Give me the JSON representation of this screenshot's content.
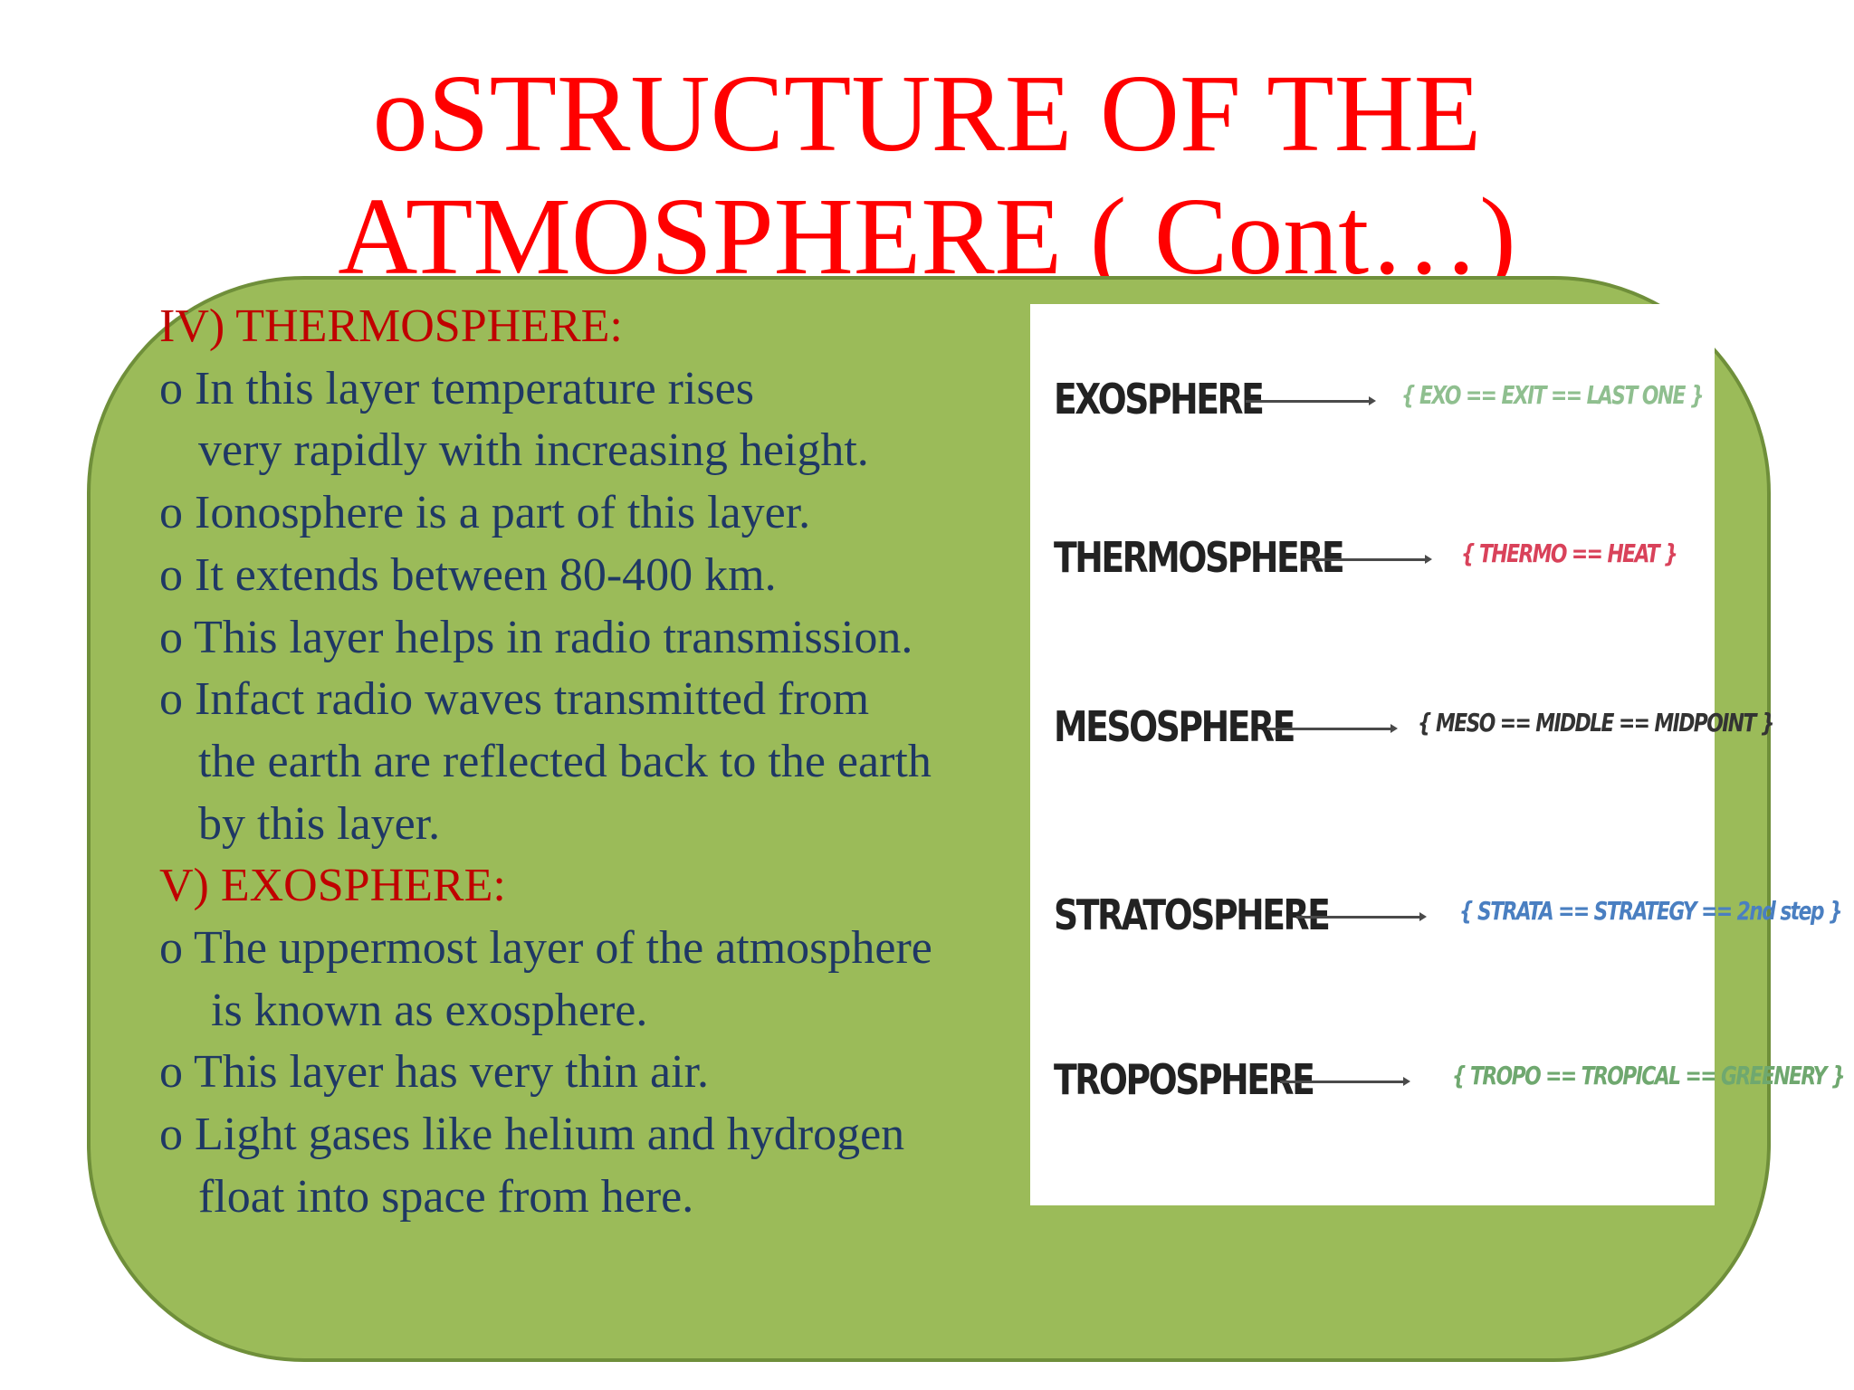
{
  "slide": {
    "title_line1": "oSTRUCTURE OF THE",
    "title_line2": "ATMOSPHERE ( Cont…)"
  },
  "content": {
    "lines": [
      {
        "text": "IV) THERMOSPHERE:",
        "kind": "heading"
      },
      {
        "text": "o In this layer temperature rises",
        "kind": "bullet"
      },
      {
        "text": "very rapidly with increasing height.",
        "kind": "cont"
      },
      {
        "text": "o Ionosphere is a part of this layer.",
        "kind": "bullet"
      },
      {
        "text": "o It extends between 80-400 km.",
        "kind": "bullet"
      },
      {
        "text": "o This layer helps in radio transmission.",
        "kind": "bullet"
      },
      {
        "text": "o Infact radio waves transmitted from",
        "kind": "bullet"
      },
      {
        "text": "the earth are reflected back to the earth",
        "kind": "cont"
      },
      {
        "text": "by this layer.",
        "kind": "cont"
      },
      {
        "text": "V) EXOSPHERE:",
        "kind": "heading"
      },
      {
        "text": "o The uppermost layer of the atmosphere",
        "kind": "bullet"
      },
      {
        "text": "is known as exosphere.",
        "kind": "cont2"
      },
      {
        "text": "o This layer has very thin air.",
        "kind": "bullet"
      },
      {
        "text": "o Light gases like helium and hydrogen",
        "kind": "bullet"
      },
      {
        "text": "float into space from here.",
        "kind": "cont"
      }
    ]
  },
  "figure": {
    "layers": [
      {
        "name": "EXOSPHERE",
        "mnemonic": "{ EXO == EXIT == LAST ONE }",
        "color": "#8fbf8f"
      },
      {
        "name": "THERMOSPHERE",
        "mnemonic": "{ THERMO == HEAT }",
        "color": "#d9425a"
      },
      {
        "name": "MESOSPHERE",
        "mnemonic": "{ MESO == MIDDLE == MIDPOINT }",
        "color": "#333333"
      },
      {
        "name": "STRATOSPHERE",
        "mnemonic": "{ STRATA == STRATEGY == 2nd step }",
        "color": "#4a7fc1"
      },
      {
        "name": "TROPOSPHERE",
        "mnemonic": "{ TROPO == TROPICAL == GREENERY }",
        "color": "#6fa86f"
      }
    ]
  },
  "colors": {
    "title": "#ff0000",
    "heading": "#c00000",
    "body_text": "#1f3864",
    "panel": "#9bbb59"
  }
}
